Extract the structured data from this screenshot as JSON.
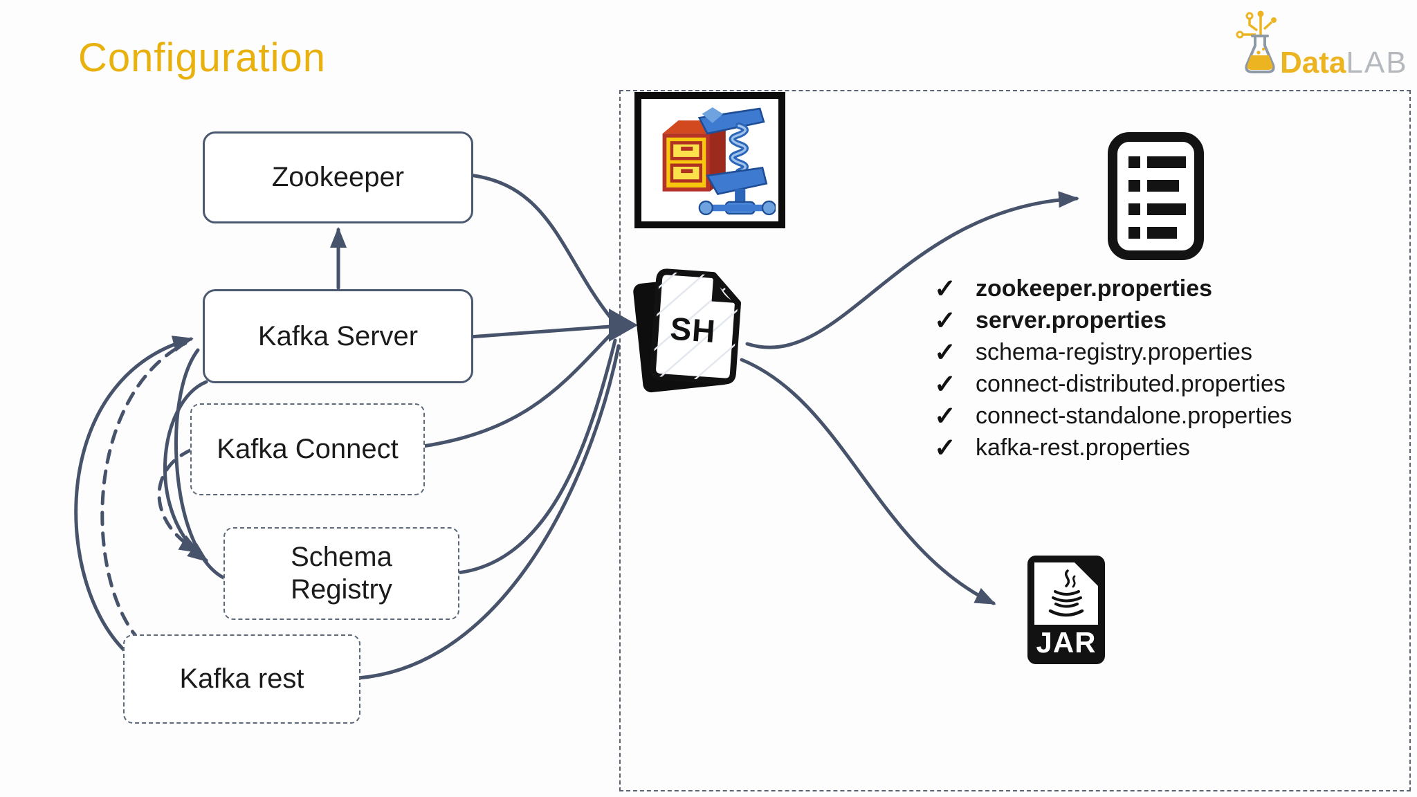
{
  "title": {
    "text": "Configuration"
  },
  "logo": {
    "brand_bold": "Data",
    "brand_light": "LAB"
  },
  "diagram": {
    "nodes": [
      {
        "id": "zookeeper",
        "label": "Zookeeper",
        "border": "solid"
      },
      {
        "id": "kafka-server",
        "label": "Kafka Server",
        "border": "solid"
      },
      {
        "id": "kafka-connect",
        "label": "Kafka Connect",
        "border": "dashed"
      },
      {
        "id": "schema-registry",
        "label": "Schema Registry",
        "border": "dashed"
      },
      {
        "id": "kafka-rest",
        "label": "Kafka rest",
        "border": "dashed"
      }
    ],
    "sh_file_label": "SH",
    "jar_file_label": "JAR"
  },
  "checklist": {
    "check_glyph": "✓",
    "items": [
      {
        "text": "zookeeper.properties",
        "bold": true
      },
      {
        "text": "server.properties",
        "bold": true
      },
      {
        "text": "schema-registry.properties",
        "bold": false
      },
      {
        "text": "connect-distributed.properties",
        "bold": false
      },
      {
        "text": "connect-standalone.properties",
        "bold": false
      },
      {
        "text": "kafka-rest.properties",
        "bold": false
      }
    ]
  },
  "colors": {
    "accent_gold": "#E9B10E",
    "line_slate": "#47536B",
    "icon_black": "#121212",
    "logo_lab_gray": "#B5B9BE"
  }
}
